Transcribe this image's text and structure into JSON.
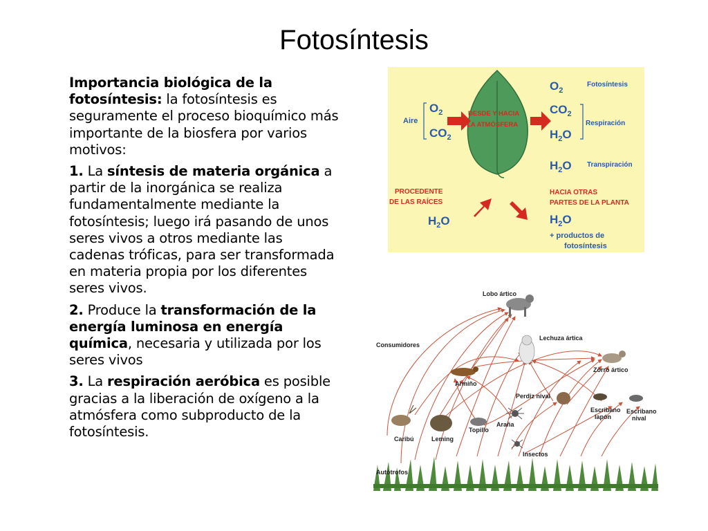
{
  "slide": {
    "title": "Fotosíntesis"
  },
  "body": {
    "p1": {
      "bold": "Importancia biológica de la fotosíntesis:",
      "text": " la fotosíntesis es seguramente el proceso bioquímico más importante de la biosfera por varios motivos:"
    },
    "p2": {
      "num": "1.",
      "t1": " La ",
      "bold": "síntesis de materia orgánica",
      "t2": " a partir de la inorgánica se realiza fundamentalmente mediante la fotosíntesis; luego irá pasando de unos seres vivos a otros mediante las cadenas tróficas, para ser transformada en materia propia por los diferentes seres vivos."
    },
    "p3": {
      "num": "2.",
      "t1": " Produce la ",
      "bold": "transformación de la energía luminosa en energía química",
      "t2": ", necesaria y utilizada por los seres vivos"
    },
    "p4": {
      "num": "3.",
      "t1": " La ",
      "bold": "respiración aeróbica",
      "t2": " es posible gracias a la liberación de oxígeno a la atmósfera como subproducto de la fotosíntesis."
    }
  },
  "photo_diagram": {
    "aire": "Aire",
    "o2_in": "O",
    "co2_in": "CO",
    "sub2": "2",
    "leaf_label_1": "DESDE Y HACIA",
    "leaf_label_2": "LA ATMÓSFERA",
    "o2_out": "O",
    "co2_out": "CO",
    "h2o_resp": "H",
    "h2o_resp_o": "O",
    "h2o_trans": "H",
    "h2o_trans_o": "O",
    "fotosintesis": "Fotosíntesis",
    "respiracion": "Respiración",
    "transpiracion": "Transpiración",
    "procedente_1": "PROCEDENTE",
    "procedente_2": "DE LAS RAÍCES",
    "hacia_1": "HACIA OTRAS",
    "hacia_2": "PARTES DE LA PLANTA",
    "h2o_root": "H",
    "h2o_root_o": "O",
    "h2o_out": "H",
    "h2o_out_o": "O",
    "productos_1": "+ productos de",
    "productos_2": "fotosíntesis",
    "colors": {
      "background": "#fbf6b4",
      "blue": "#2b5aa8",
      "red": "#d52b1e",
      "leaf": "#4e9a5a"
    }
  },
  "food_web": {
    "labels": {
      "lobo": "Lobo ártico",
      "consumidores": "Consumidores",
      "lechuza": "Lechuza ártica",
      "zorro": "Zorro ártico",
      "armino": "Armiño",
      "perdiz": "Perdiz nival",
      "escribano_lapon_1": "Escribano",
      "escribano_lapon_2": "lapón",
      "escribano_nival_1": "Escribano",
      "escribano_nival_2": "nival",
      "caribu": "Caribú",
      "leming": "Leming",
      "topillo": "Topillo",
      "arana": "Araña",
      "insectos": "Insectos",
      "autotrofos": "Autótrofos"
    },
    "colors": {
      "arrow": "#c8553d",
      "plants": "#4f8a3c"
    }
  }
}
